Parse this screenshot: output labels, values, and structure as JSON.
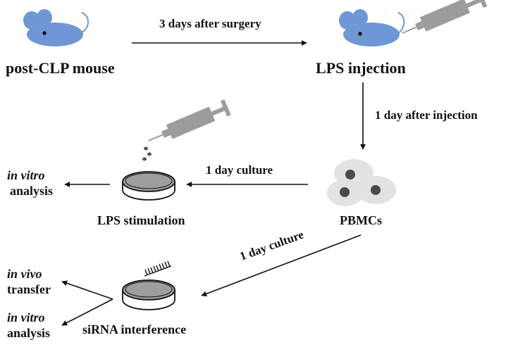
{
  "colors": {
    "mouse": "#6f97d6",
    "syringe": "#9c9c9c",
    "dish": "#9e9e9e",
    "cell": "#e2e2e2",
    "nucleus": "#4a4a4a",
    "ink": "#111111"
  },
  "nodes": {
    "post_clp_mouse": "post-CLP mouse",
    "lps_injection": "LPS injection",
    "pbmcs": "PBMCs",
    "lps_stimulation": "LPS stimulation",
    "sirna_interference": "siRNA interference"
  },
  "edges": {
    "three_days": "3 days after surgery",
    "one_day_injection": "1 day after injection",
    "one_day_culture_a": "1 day culture",
    "one_day_culture_b": "1 day culture"
  },
  "outcomes": {
    "in_vitro_a_italic": "in vitro",
    "in_vitro_a_rest": "analysis",
    "in_vivo_italic": "in vivo",
    "in_vivo_rest": "transfer",
    "in_vitro_b_italic": "in vitro",
    "in_vitro_b_rest": "analysis"
  },
  "icons": {
    "mouse": "mouse-icon",
    "syringe": "syringe-icon",
    "petri_dish": "petri-dish-icon",
    "cells": "pbmc-cells-icon",
    "sirna": "sirna-comb-icon"
  }
}
